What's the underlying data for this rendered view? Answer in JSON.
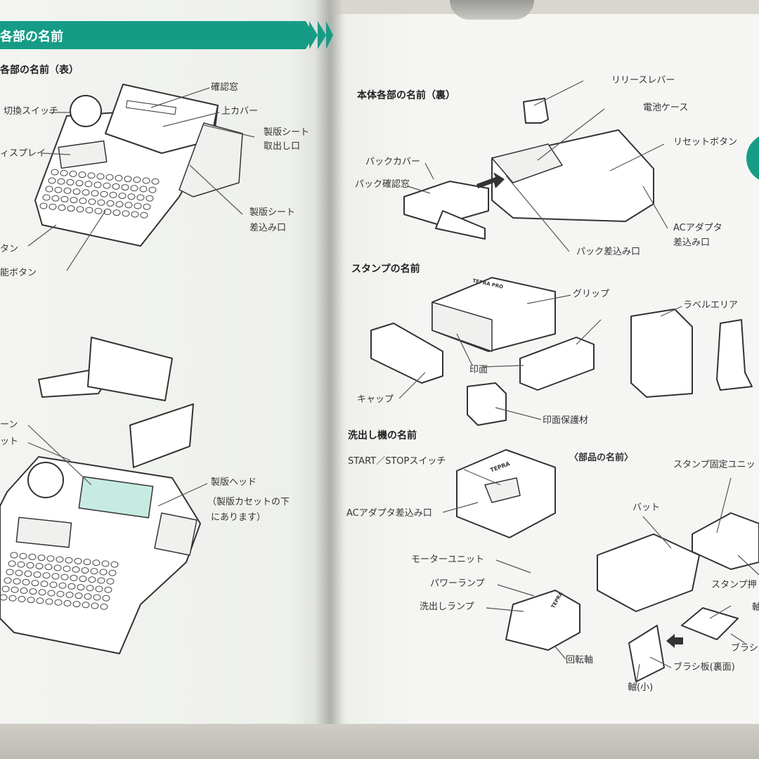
{
  "header": {
    "section_title": "各部の名前"
  },
  "left": {
    "subtitle": "各部の名前（表）",
    "labels": {
      "kakunin_mado": "確認窓",
      "kirikae_switch": "切換スイッチ",
      "ue_cover": "上カバー",
      "seihan_sheet_toridashi_1": "製版シート",
      "seihan_sheet_toridashi_2": "取出し口",
      "display": "ィスプレイ",
      "seihan_sheet_sashikomi_1": "製版シート",
      "seihan_sheet_sashikomi_2": "差込み口",
      "button": "タン",
      "kinou_button": "能ボタン",
      "lever": "ーン",
      "cassette": "ット",
      "seihan_head": "製版ヘッド",
      "seihan_head_note_1": "（製版カセットの下",
      "seihan_head_note_2": "にあります）"
    }
  },
  "right": {
    "back_title": "本体各部の名前（裏）",
    "back_labels": {
      "release_lever": "リリースレバー",
      "battery_case": "電池ケース",
      "reset_button": "リセットボタン",
      "pack_cover": "パックカバー",
      "pack_kakunin_mado": "パック確認窓",
      "ac_adapter_1": "ACアダプタ",
      "ac_adapter_2": "差込み口",
      "pack_sashikomi": "パック差込み口"
    },
    "stamp_title": "スタンプの名前",
    "stamp_labels": {
      "grip": "グリップ",
      "label_area": "ラベルエリア",
      "inmen": "印面",
      "cap": "キャップ",
      "inmen_hogozai": "印面保護材"
    },
    "washer_title": "洗出し機の名前",
    "washer_labels": {
      "start_stop": "START／STOPスイッチ",
      "ac_sashikomi": "ACアダプタ差込み口",
      "motor_unit": "モーターユニット",
      "power_lamp": "パワーランプ",
      "araidashi_lamp": "洗出しランプ",
      "kaitenjiku": "回転軸"
    },
    "parts_title": "〈部品の名前〉",
    "parts_labels": {
      "stamp_kotei": "スタンプ固定ユニッ",
      "bat": "バット",
      "stamp_osae": "スタンプ押",
      "jiku": "軸",
      "brush": "ブラシ",
      "brush_ura": "ブラシ板(裏面)",
      "jiku_sho": "軸(小)"
    }
  },
  "colors": {
    "accent": "#169c86",
    "accent_light": "#c7ebe3",
    "paper": "#f4f5f2"
  },
  "logos": {
    "tepra": "TEPRA",
    "tepra_pro": "TEPRA PRO"
  }
}
